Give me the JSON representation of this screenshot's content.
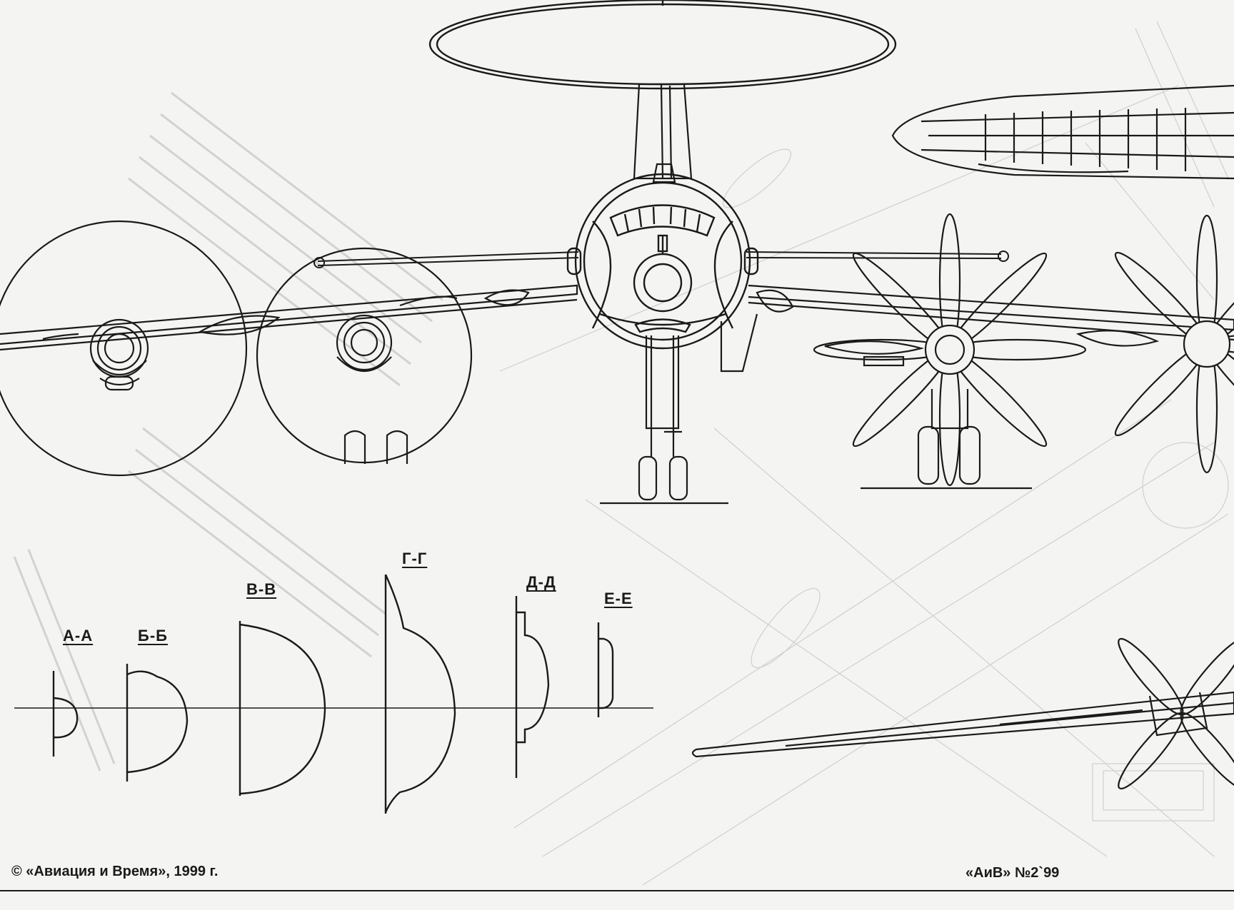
{
  "section_labels": {
    "aa": "А-А",
    "bb": "Б-Б",
    "vv": "В-В",
    "gg": "Г-Г",
    "dd": "Д-Д",
    "ee": "Е-Е"
  },
  "footer": {
    "copyright": "© «Авиация и Время», 1999 г.",
    "issue": "«АиВ» №2`99"
  },
  "colors": {
    "paper": "#f4f4f2",
    "ink": "#1a1a1a",
    "faint_ink": "#c8c8c8"
  }
}
